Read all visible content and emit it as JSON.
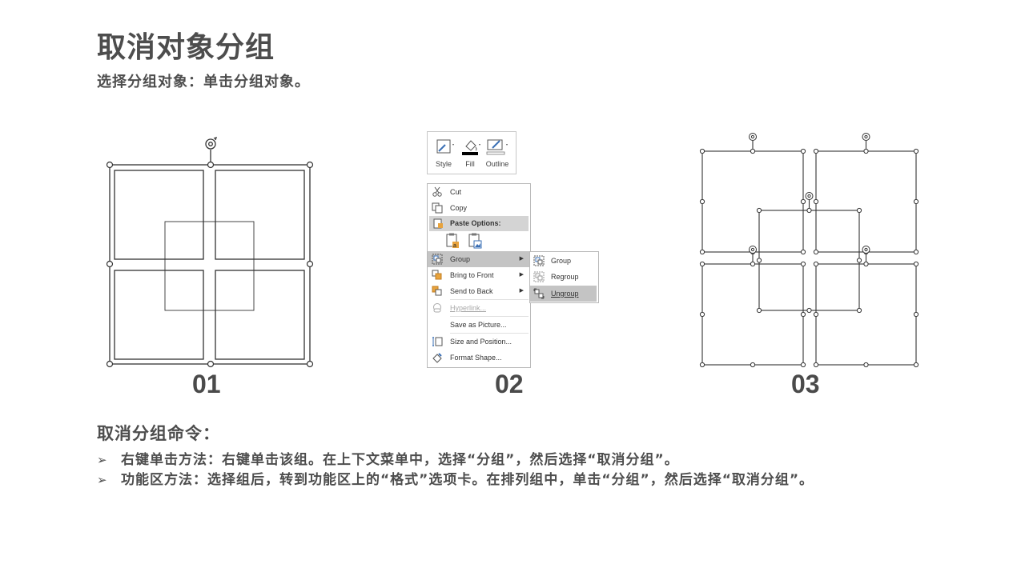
{
  "title": "取消对象分组",
  "subtitle": "选择分组对象：单击分组对象。",
  "figures": {
    "num1": "01",
    "num2": "02",
    "num3": "03"
  },
  "ribbon": {
    "style_label": "Style",
    "fill_label": "Fill",
    "outline_label": "Outline"
  },
  "context_menu": {
    "cut": "Cut",
    "copy": "Copy",
    "paste_options": "Paste Options:",
    "group": "Group",
    "bring_to_front": "Bring to Front",
    "send_to_back": "Send to Back",
    "hyperlink": "Hyperlink...",
    "save_as_picture": "Save as Picture...",
    "size_and_position": "Size and Position...",
    "format_shape": "Format Shape..."
  },
  "submenu": {
    "group": "Group",
    "regroup": "Regroup",
    "ungroup": "Ungroup"
  },
  "section_title": "取消分组命令：",
  "bullets": [
    "右键单击方法：右键单击该组。在上下文菜单中，选择“分组”，然后选择“取消分组”。",
    "功能区方法：选择组后，转到功能区上的“格式”选项卡。在排列组中，单击“分组”，然后选择“取消分组”。"
  ],
  "bullet_marker": "➢",
  "colors": {
    "text": "#4d4d4d",
    "menu_highlight": "#c4c4c4",
    "icon_orange": "#e8a33d",
    "icon_blue": "#3a6fb5"
  }
}
